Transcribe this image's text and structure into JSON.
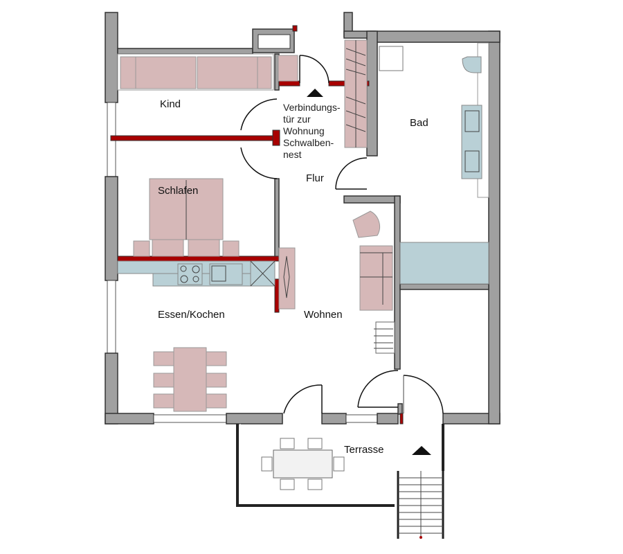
{
  "plan": {
    "rooms": {
      "kind": "Kind",
      "bad": "Bad",
      "flur": "Flur",
      "schlafen": "Schlafen",
      "essen_kochen": "Essen/Kochen",
      "wohnen": "Wohnen",
      "terrasse": "Terrasse"
    },
    "note_lines": [
      "Verbindungs-",
      "tür zur",
      "Wohnung",
      "Schwalben-",
      "nest"
    ]
  },
  "colors": {
    "wall": "#a0a0a0",
    "new_wall": "#a80000",
    "furniture": "#d6b8b8",
    "fixtures": "#b9d0d6"
  }
}
